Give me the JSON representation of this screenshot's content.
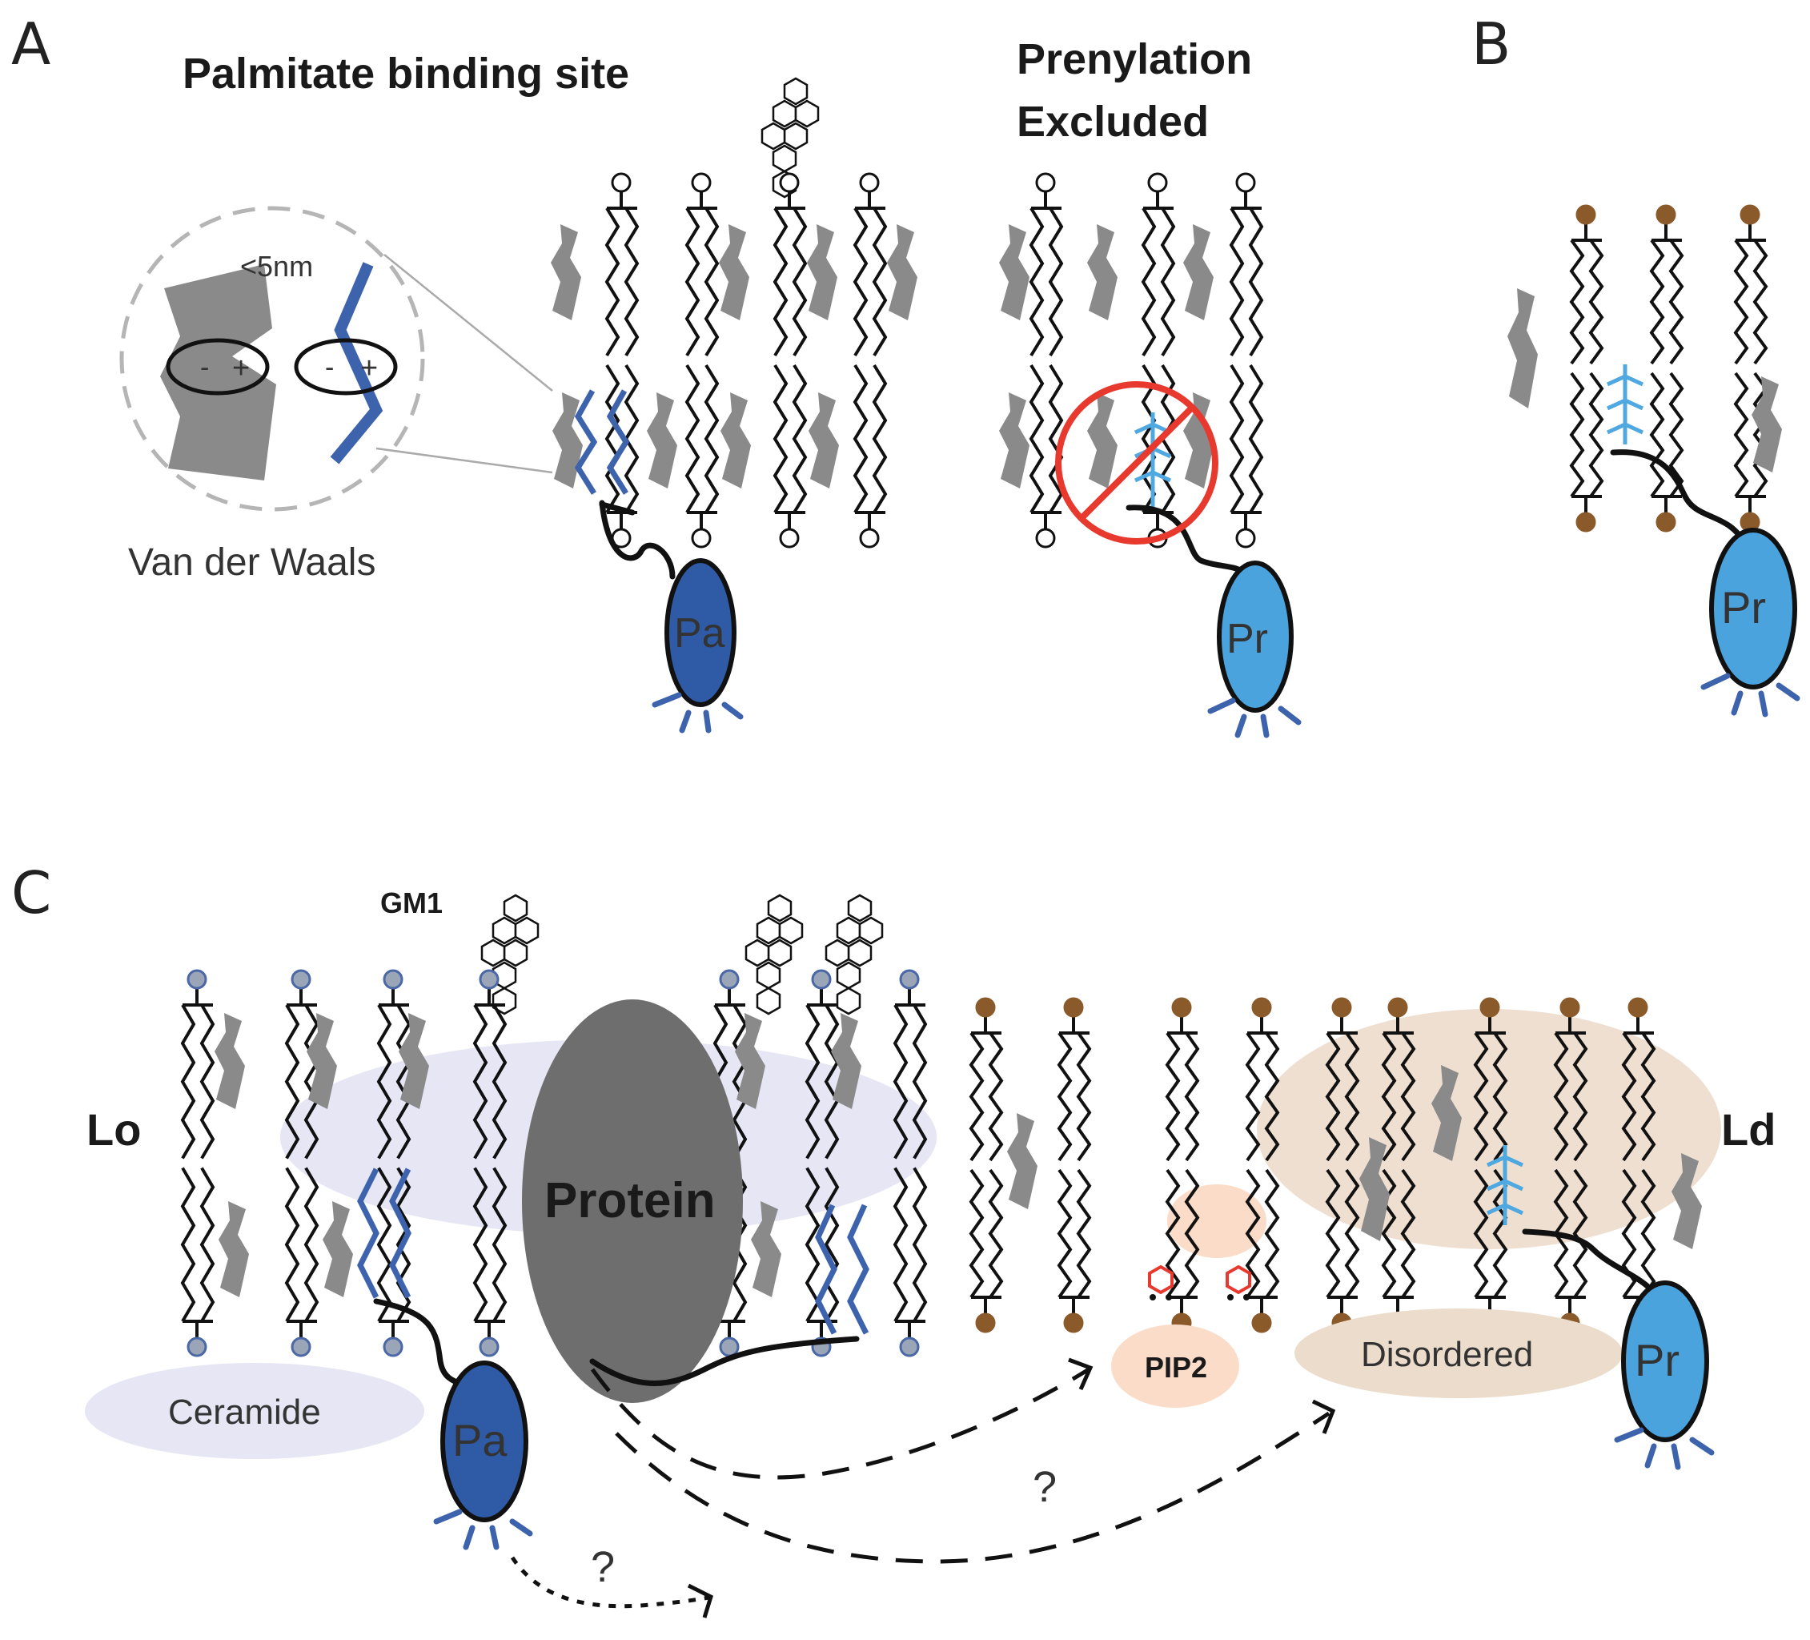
{
  "panels": {
    "a": {
      "letter": "A",
      "title": "Palmitate binding site",
      "title_right_line1": "Prenylation",
      "title_right_line2": "Excluded",
      "distance_label": "<5nm",
      "force_label": "Van der Waals",
      "minus": "-",
      "plus": "+",
      "palmitoyl_tag": "Pa",
      "prenyl_tag": "Pr"
    },
    "b": {
      "letter": "B",
      "prenyl_tag": "Pr"
    },
    "c": {
      "letter": "C",
      "gm1_label": "GM1",
      "lo_label": "Lo",
      "ld_label": "Ld",
      "protein_label": "Protein",
      "ceramide_label": "Ceramide",
      "pip2_label": "PIP2",
      "disordered_label": "Disordered",
      "palmitoyl_tag": "Pa",
      "prenyl_tag": "Pr",
      "question_1": "?",
      "question_2": "?"
    }
  },
  "colors": {
    "palmitoyl_blue": "#2f5ba6",
    "prenyl_blue": "#4aa3dc",
    "cholesterol_gray": "#8a8a8a",
    "protein_gray": "#6e6e6e",
    "headgroup_brown": "#8b5a2b",
    "headgroup_lo": "#9aa5b8",
    "exclusion_red": "#e8392f",
    "ceramide_fill": "#e6e6f5",
    "pip2_fill": "#fadcc8",
    "disordered_fill": "#ecdccb"
  },
  "icons": [
    "lipid-icon",
    "cholesterol-icon",
    "glycan-icon",
    "no-symbol-icon",
    "protein-tag-icon"
  ]
}
